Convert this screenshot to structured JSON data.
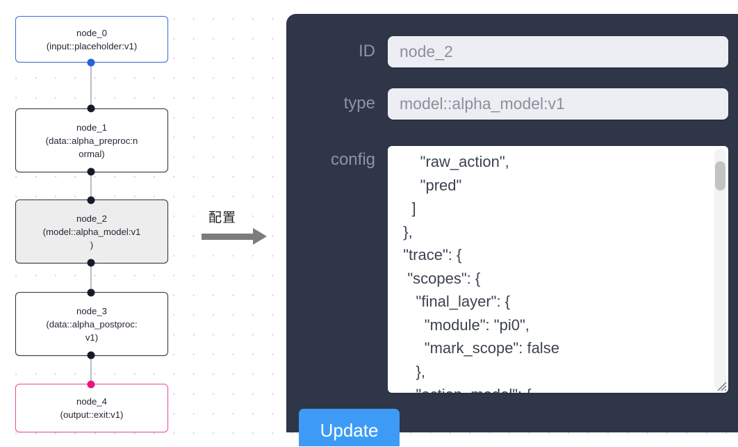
{
  "graph": {
    "nodes": [
      {
        "id": "node_0",
        "type": "(input::placeholder:v1)",
        "selected": false,
        "accent": "#3a6fd8"
      },
      {
        "id": "node_1",
        "type": "(data::alpha_preproc:n\normal)",
        "selected": false,
        "accent": "#2a2f45"
      },
      {
        "id": "node_2",
        "type": "(model::alpha_model:v1\n)",
        "selected": true,
        "accent": "#2a2f45"
      },
      {
        "id": "node_3",
        "type": "(data::alpha_postproc:\nv1)",
        "selected": false,
        "accent": "#2a2f45"
      },
      {
        "id": "node_4",
        "type": "(output::exit:v1)",
        "selected": false,
        "accent": "#e64c9e"
      }
    ],
    "edge_count": 4,
    "port_colors": {
      "source": "#2563d9",
      "default": "#161b2c",
      "sink": "#e8157f"
    }
  },
  "annotation": {
    "arrow_label": "配置"
  },
  "panel": {
    "background": "#2e3648",
    "fields": {
      "id": {
        "label": "ID",
        "value": "node_2",
        "placeholder": "node_2"
      },
      "type": {
        "label": "type",
        "value": "model::alpha_model:v1",
        "placeholder": "model::alpha_model:v1"
      },
      "config": {
        "label": "config",
        "value": "      \"raw_action\",\n      \"pred\"\n    ]\n  },\n  \"trace\": {\n   \"scopes\": {\n     \"final_layer\": {\n       \"module\": \"pi0\",\n       \"mark_scope\": false\n     },\n     \"action_model\": {"
      }
    },
    "update_button": {
      "label": "Update",
      "color": "#3d9bf6"
    }
  }
}
